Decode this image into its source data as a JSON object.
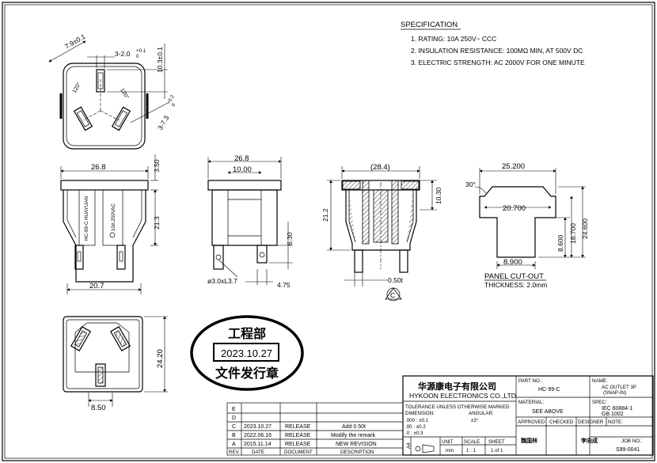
{
  "specification": {
    "heading": "SPECIFICATION",
    "items": [
      "1. RATING: 10A 250V~ CCC",
      "2. INSULATION RESISTANCE: 100MΩ MIN, AT 500V DC",
      "3. ELECTRIC STRENGTH: AC 2000V FOR ONE MINUTE"
    ]
  },
  "top_view": {
    "dim_width": "7.9±0.1",
    "dim_pin_gap": "3-2.0",
    "dim_pin_gap_tol": "+0.1",
    "dim_pin_gap_tol2": "0",
    "dim_pin_len": "10.3±0.1",
    "dim_side_pin": "3-7.3",
    "dim_side_pin_tol": "+0.2",
    "dim_side_pin_tol2": "0",
    "angle_left": "120°",
    "angle_right": "120°"
  },
  "front_view": {
    "dim_top_width": "26.8",
    "dim_flange": "3.50",
    "dim_height": "21.3",
    "dim_bottom_width": "20.7",
    "body_label": "HC-99-C  HUAYUAN",
    "rating_label": "10A 250VAC"
  },
  "side_view": {
    "dim_top_width": "26.8",
    "dim_inner_width": "10.00",
    "dim_pin_len": "6.30",
    "dim_hole": "ø3.0xL3.7",
    "dim_pin_width": "4.75"
  },
  "section_view": {
    "dim_width": "(28.4)",
    "dim_height": "21.2",
    "dim_depth": "10.30",
    "dim_thickness": "0.50t",
    "marker": "C"
  },
  "panel_cutout": {
    "title": "PANEL CUT-OUT",
    "thickness": "THICKNESS: 2.0mm",
    "dim_top": "25.200",
    "dim_mid": "20.700",
    "dim_bottom": "8.900",
    "dim_angle": "30°",
    "dim_h1": "8.600",
    "dim_h2": "18.700",
    "dim_h3": "24.600"
  },
  "bottom_view": {
    "dim_height": "24.20",
    "dim_width": "8.50"
  },
  "stamp": {
    "line1": "工程部",
    "date": "2023.10.27",
    "line2": "文件发行章"
  },
  "revisions": {
    "rows": [
      {
        "rev": "E",
        "date": "",
        "doc": "",
        "desc": ""
      },
      {
        "rev": "D",
        "date": "",
        "doc": "",
        "desc": ""
      },
      {
        "rev": "C",
        "date": "2023.10.27",
        "doc": "RELEASE",
        "desc": "Add 0.50t"
      },
      {
        "rev": "B",
        "date": "2022.06.16",
        "doc": "RELEASE",
        "desc": "Modify the remark"
      },
      {
        "rev": "A",
        "date": "2015.11.14",
        "doc": "RELEASE",
        "desc": "NEW REVISION"
      }
    ],
    "headers": {
      "rev": "REV.",
      "date": "DATE",
      "doc": "DOCUMENT",
      "desc": "DESCRIPTION"
    }
  },
  "title_block": {
    "company_cn": "华源康电子有限公司",
    "company_en": "HYKOON ELECTRONICS CO.,LTD",
    "part_no_label": "PART NO.:",
    "part_no": "HC-99-C",
    "name_label": "NAME:",
    "name_line1": "AC OUTLET 3P",
    "name_line2": "(SNAP-IN)",
    "tolerance_label": "TOLERANCE UNLESS OTHERWISE MARKED",
    "dimension_label": "DIMENSION:",
    "angular_label": "ANGULAR:",
    "tol1": ".000 : ±0.1",
    "tol2": ".00    : ±0.2",
    "tol3": ".0      : ±0.3",
    "angular_tol": "±3°",
    "material_label": "MATERIAL:",
    "material": "SEE ABOVE",
    "spec_label": "SPEC:",
    "spec_line1": "IEC 60884-1",
    "spec_line2": "GB 1002",
    "approved_label": "APPROVED",
    "checked_label": "CHECKED",
    "designer_label": "DESIGNER",
    "note_label": "NOTE:",
    "approved_sig": "魏国林",
    "designer_sig": "李向成",
    "unit_label": "UNIT",
    "unit": "mm",
    "scale_label": "SCALE",
    "scale": "1 : 1",
    "sheet_label": "SHEET",
    "sheet": "1 of 1",
    "job_label": "JOB NO.:",
    "job_no": "S99-0041",
    "size": "A4"
  }
}
